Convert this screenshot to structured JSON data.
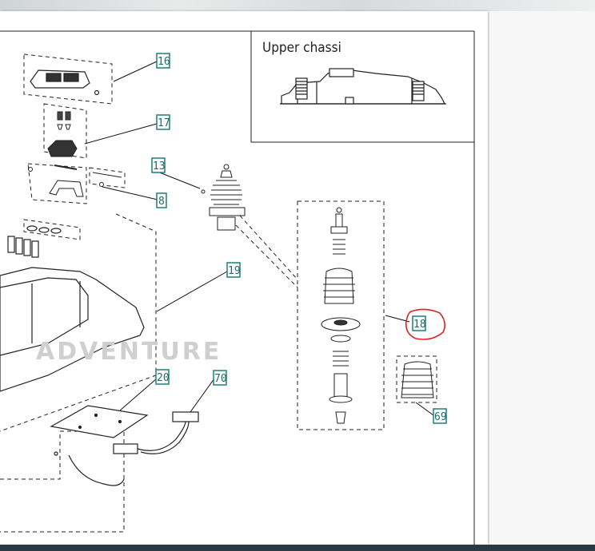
{
  "inset": {
    "title": "Upper chassi"
  },
  "watermark": {
    "text": "ADVENTURE"
  },
  "callouts": {
    "c16": "16",
    "c17": "17",
    "c13": "13",
    "c8": "8",
    "c19": "19",
    "c18": "18",
    "c20": "20",
    "c70": "70",
    "c69": "69"
  },
  "colors": {
    "callout_box": "#1c7f7a",
    "highlight_circle": "#e02020",
    "line": "#111111",
    "bottom_bar": "#2b3a40"
  }
}
